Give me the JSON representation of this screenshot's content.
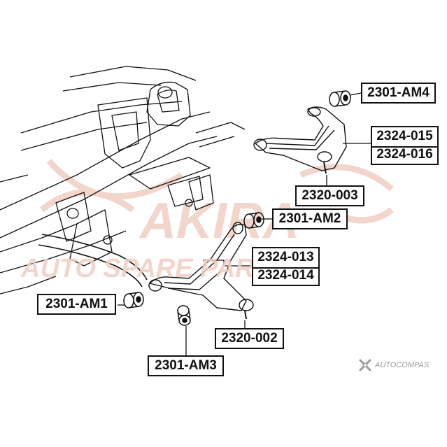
{
  "watermark": {
    "brand": "AKIRA",
    "tagline": "AUTO SPARE PARTS"
  },
  "labels": {
    "am4": "2301-AM4",
    "upper_arm": [
      "2324-015",
      "2324-016"
    ],
    "upper_ball_joint": "2320-003",
    "am2": "2301-AM2",
    "lower_arm": [
      "2324-013",
      "2324-014"
    ],
    "am1": "2301-AM1",
    "lower_ball_joint": "2320-002",
    "am3": "2301-AM3"
  },
  "source_mark": {
    "text": "AUTOCOMPAS"
  },
  "colors": {
    "line": "#111111",
    "watermark": "#f0cfc4",
    "mark": "#9a9a9a"
  }
}
